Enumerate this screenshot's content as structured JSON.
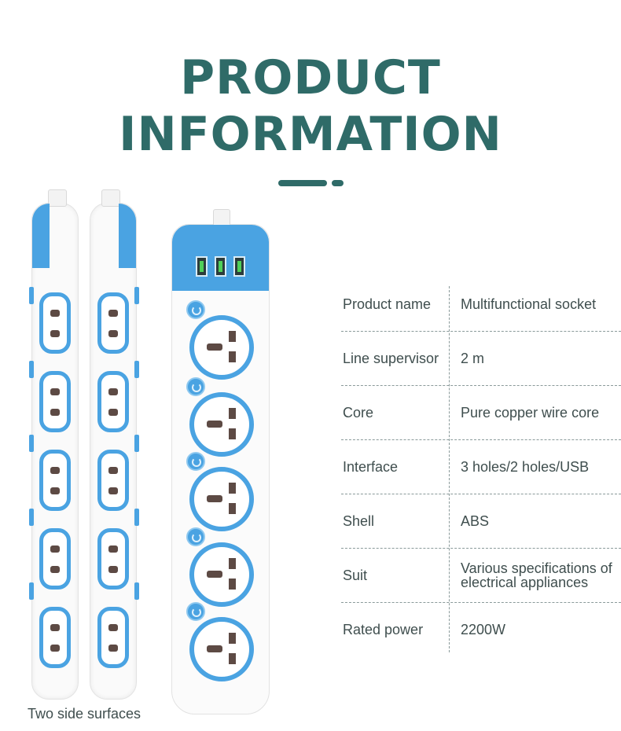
{
  "heading": {
    "line1": "PRODUCT",
    "line2": "INFORMATION"
  },
  "caption": "Two side surfaces",
  "specs": [
    {
      "label": "Product name",
      "value": "Multifunctional socket"
    },
    {
      "label": "Line supervisor",
      "value": "2 m"
    },
    {
      "label": "Core",
      "value": "Pure copper wire core"
    },
    {
      "label": "Interface",
      "value": "3 holes/2 holes/USB"
    },
    {
      "label": "Shell",
      "value": "ABS"
    },
    {
      "label": "Suit",
      "value": "Various specifications of electrical appliances"
    },
    {
      "label": "Rated power",
      "value": "2200W"
    }
  ],
  "colors": {
    "title": "#2f6b68",
    "accent_blue": "#4aa3e2",
    "text": "#3f4e4e"
  }
}
